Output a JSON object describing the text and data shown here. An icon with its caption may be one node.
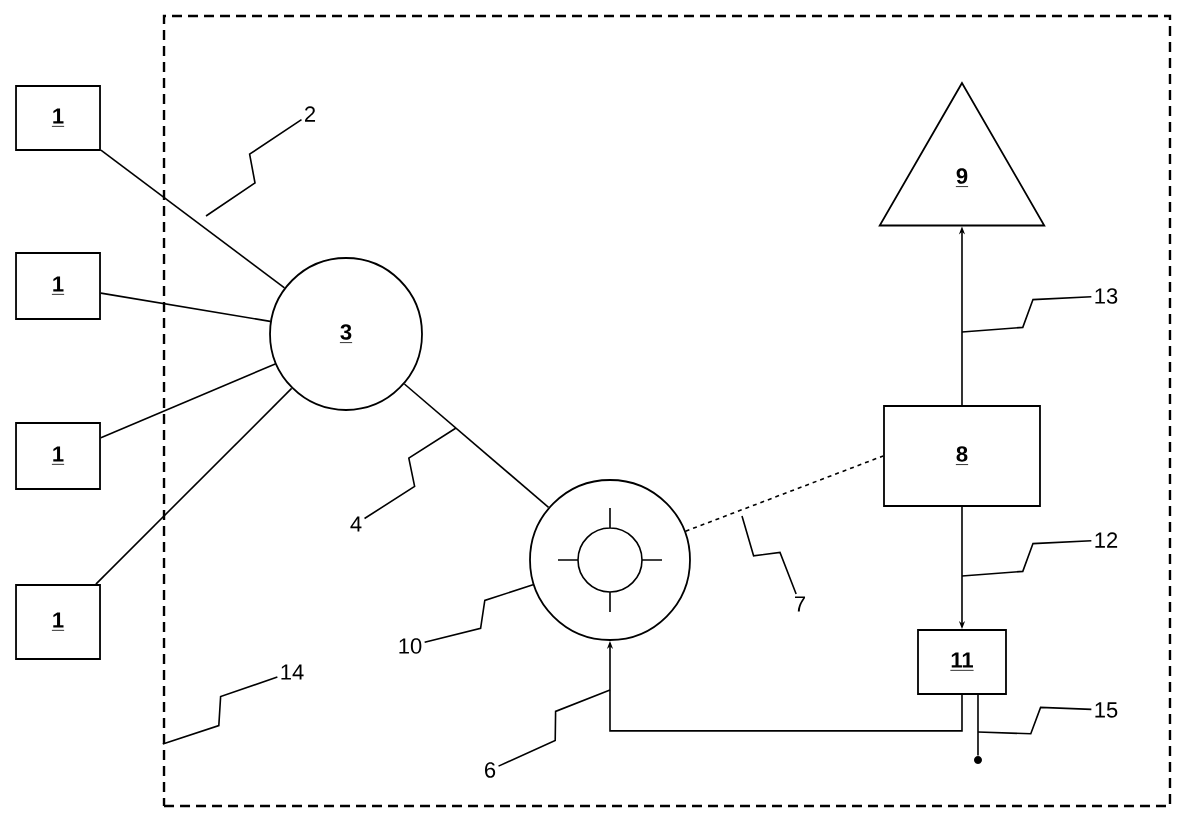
{
  "diagram": {
    "nodes": [
      {
        "text": [],
        "shape": "box"
      },
      {
        "text": [
          "1"
        ]
      },
      {
        "text": [
          "1"
        ]
      },
      {
        "text": [
          "1"
        ]
      },
      {
        "text": [
          "1"
        ]
      },
      {
        "text": [
          "3"
        ],
        "in": 0
      },
      {
        "text": [],
        "shape": "circle",
        "in": 0
      },
      {
        "text": [
          "9"
        ],
        "in": 0
      },
      {
        "text": [
          "8"
        ],
        "in": 0
      },
      {
        "text": [
          "11"
        ],
        "in": 0
      },
      {
        "text": [
          "2"
        ],
        "in": 0
      },
      {
        "text": [
          "4"
        ],
        "in": 0
      },
      {
        "text": [
          "6"
        ],
        "in": 0
      },
      {
        "text": [
          "7"
        ],
        "in": 0
      },
      {
        "text": [
          "10"
        ],
        "in": 0
      },
      {
        "text": [
          "12"
        ],
        "in": 0
      },
      {
        "text": [
          "13"
        ],
        "in": 0
      },
      {
        "text": [
          "14"
        ],
        "in": 0
      },
      {
        "text": [
          "15"
        ],
        "in": 0
      },
      {
        "text": [],
        "shape": "dot",
        "in": 0
      }
    ],
    "edges": [
      {
        "from": 1,
        "to": 5,
        "arrow": "none"
      },
      {
        "from": 2,
        "to": 5,
        "arrow": "none"
      },
      {
        "from": 3,
        "to": 5,
        "arrow": "none"
      },
      {
        "from": 4,
        "to": 5,
        "arrow": "none"
      },
      {
        "from": 5,
        "to": 6,
        "arrow": "none"
      },
      {
        "from": 6,
        "to": 8,
        "arrow": "none",
        "style": "dashed"
      },
      {
        "from": 8,
        "to": 7,
        "arrow": "to"
      },
      {
        "from": 8,
        "to": 9,
        "arrow": "to"
      },
      {
        "from": 9,
        "to": 6,
        "arrow": "to"
      },
      {
        "from": 9,
        "to": 19,
        "arrow": "none"
      },
      {
        "from": 10,
        "to": null,
        "arrow": "none"
      },
      {
        "from": 11,
        "to": null,
        "arrow": "none"
      },
      {
        "from": 12,
        "to": null,
        "arrow": "none"
      },
      {
        "from": 13,
        "to": null,
        "arrow": "none"
      },
      {
        "from": 14,
        "to": 6,
        "arrow": "none"
      },
      {
        "from": 15,
        "to": null,
        "arrow": "none"
      },
      {
        "from": 16,
        "to": null,
        "arrow": "none"
      },
      {
        "from": 17,
        "to": 0,
        "arrow": "none"
      },
      {
        "from": 18,
        "to": null,
        "arrow": "none"
      }
    ]
  }
}
